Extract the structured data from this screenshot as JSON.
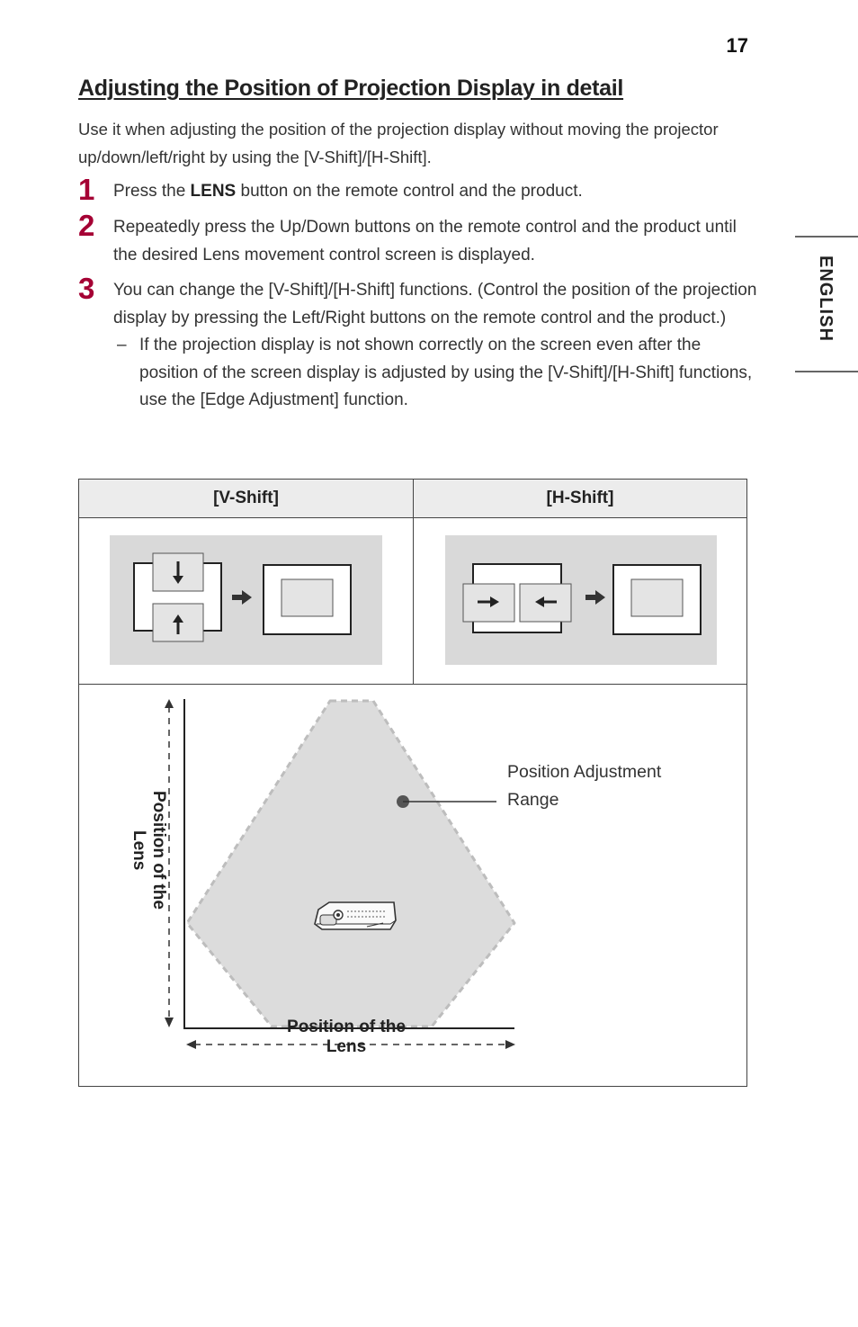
{
  "page": {
    "number": "17",
    "side_tab": "ENGLISH"
  },
  "title": "Adjusting the Position of Projection Display in detail",
  "intro": "Use it when adjusting the position of the projection display without moving the projector up/down/left/right by using the [V-Shift]/[H-Shift].",
  "steps": [
    {
      "number": "1",
      "text_before": "Press the ",
      "key": "LENS",
      "text_after": " button on the remote control and the product."
    },
    {
      "number": "2",
      "text": "Repeatedly press the Up/Down buttons on the remote control and the product until the desired Lens movement control screen is displayed."
    },
    {
      "number": "3",
      "text": "You can change the [V-Shift]/[H-Shift] functions. (Control the position of the projection display by pressing the Left/Right buttons on the remote control and the product.)",
      "note_dash": "–",
      "note": "If the projection display is not shown correctly on the screen even after the position of the screen display is adjusted by using the [V-Shift]/[H-Shift] functions, use the [Edge Adjustment] function."
    }
  ],
  "table": {
    "headers": [
      "[V-Shift]",
      "[H-Shift]"
    ],
    "x_axis_label": "Position of the Lens",
    "y_axis_label": "Position of the Lens",
    "callout": "Position Adjustment Range"
  },
  "colors": {
    "accent": "#a50034",
    "panel": "#d9d9d9",
    "range_fill": "#dcdcdc"
  },
  "icons": [
    "arrow-down-icon",
    "arrow-up-icon",
    "arrow-right-icon",
    "arrow-left-icon",
    "projector-icon"
  ]
}
